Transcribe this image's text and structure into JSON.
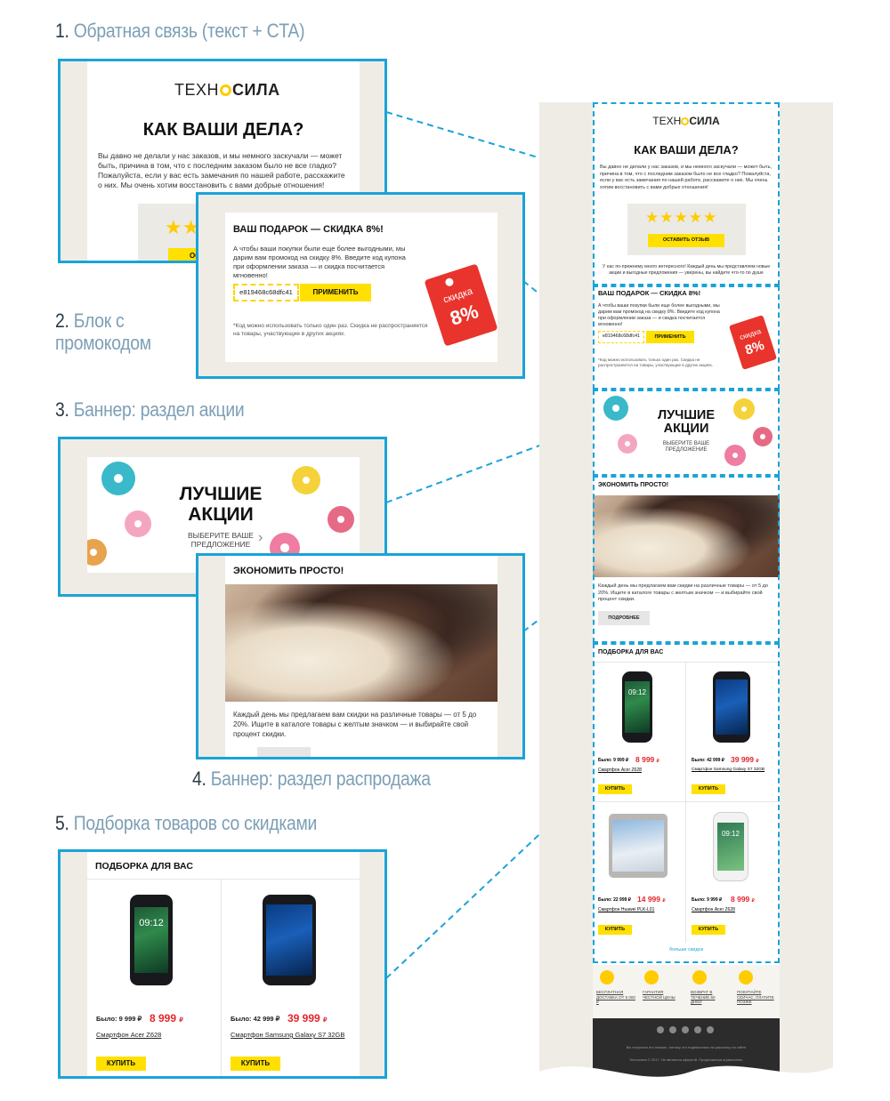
{
  "labels": {
    "s1": {
      "num": "1.",
      "text": "Обратная связь (текст + CTA)"
    },
    "s2": {
      "num": "2.",
      "text": "Блок с промокодом"
    },
    "s3": {
      "num": "3.",
      "text": "Баннер: раздел акции"
    },
    "s4": {
      "num": "4.",
      "text": "Баннер: раздел распродажа"
    },
    "s5": {
      "num": "5.",
      "text": "Подборка товаров со скидками"
    }
  },
  "feedback": {
    "logo_left": "ТЕХН",
    "logo_right": "СИЛА",
    "title": "КАК ВАШИ ДЕЛА?",
    "body": "Вы давно не делали у нас заказов, и мы немного заскучали — может быть, причина в том, что с последним заказом было не все гладко? Пожалуйста, если у вас есть замечания по нашей работе, расскажите о них. Мы очень хотим восстановить с вами добрые отношения!",
    "stars": "★★★★★",
    "button": "ОСТАВИТЬ ОТЗЫВ",
    "footer_text": "У нас по-прежнему много интересного! Каждый день мы представляем новые акции и выгодные предложения — уверены, вы найдете что-то по душе"
  },
  "promo": {
    "title": "ВАШ ПОДАРОК — СКИДКА 8%!",
    "body": "А чтобы ваши покупки были еще более выгодными, мы дарим вам промокод на скидку 8%. Введите код купона при оформлении заказа — и скидка посчитается мгновенно!",
    "code": "e819468c68dfc41",
    "button": "ПРИМЕНИТЬ",
    "note": "*Код можно использовать только один раз. Скидка не распространяется на товары, участвующие в других акциях.",
    "tag_line1": "скидка",
    "tag_line2": "8%"
  },
  "banner": {
    "title_line1": "ЛУЧШИЕ",
    "title_line2": "АКЦИИ",
    "sub_line1": "ВЫБЕРИТЕ ВАШЕ",
    "sub_line2": "ПРЕДЛОЖЕНИЕ",
    "chevron": "›"
  },
  "sale": {
    "title": "ЭКОНОМИТЬ ПРОСТО!",
    "body": "Каждый день мы предлагаем вам скидки на различные товары — от 5 до 20%. Ищите в каталоге товары с желтым значком — и выбирайте свой процент скидки.",
    "button": "ПОДРОБНЕЕ"
  },
  "products": {
    "title": "ПОДБОРКА ДЛЯ ВАС",
    "was_label": "Было:",
    "buy": "КУПИТЬ",
    "more": "больше скидок",
    "items": [
      {
        "was": "9 999 ₽",
        "price": "8 999",
        "cur": "₽",
        "name": "Смартфон Acer Z628",
        "screen": "09:12"
      },
      {
        "was": "42 999 ₽",
        "price": "39 999",
        "cur": "₽",
        "name": "Смартфон Samsung Galaxy S7 32GB",
        "screen": ""
      },
      {
        "was": "22 999 ₽",
        "price": "14 999",
        "cur": "₽",
        "name": "Смартфон Huawei PLK-L01",
        "screen": ""
      },
      {
        "was": "9 999 ₽",
        "price": "8 999",
        "cur": "₽",
        "name": "Смартфон Acer Z628",
        "screen": "09:12"
      }
    ]
  },
  "benefits": [
    "БЕСПЛАТНАЯ ДОСТАВКА ОТ 5 000 ₽",
    "ГАРАНТИЯ ЧЕСТНОЙ ЦЕНЫ",
    "ВОЗВРАТ В ТЕЧЕНИЕ 60 ДНЕЙ",
    "ПОКУПАЙТЕ СЕЙЧАС, ПЛАТИТЕ ПОЗЖЕ"
  ],
  "footer": {
    "social": [
      "vk",
      "f",
      "t",
      "in",
      "yt"
    ],
    "line1": "Вы получили это письмо, потому что подписались на рассылку на сайте",
    "line2": "Техносила © 2017. Не является офертой. Предложения ограничены."
  },
  "colors": {
    "accent": "#ffe000",
    "frame": "#1aa3d8",
    "price": "#e3262b",
    "bg": "#efece6"
  }
}
